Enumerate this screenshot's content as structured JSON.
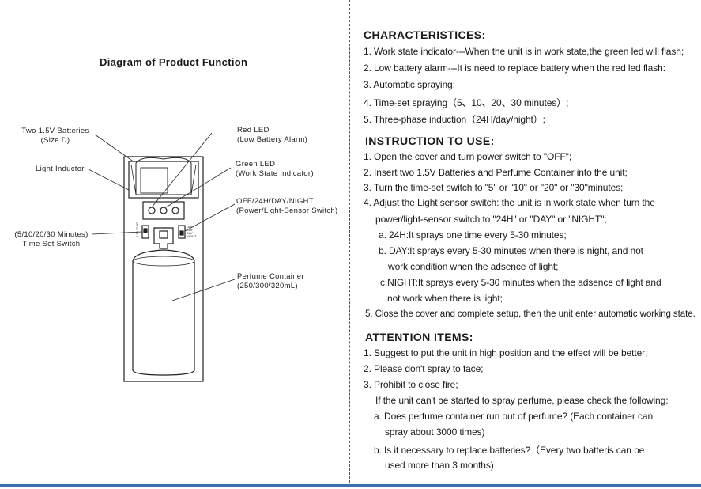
{
  "diagram": {
    "title": "Diagram of Product Function",
    "labels": {
      "batteries_1": "Two 1.5V Batteries",
      "batteries_2": "(Size D)",
      "light_inductor": "Light Inductor",
      "time_switch_1": "(5/10/20/30 Minutes)",
      "time_switch_2": "Time Set Switch",
      "red_led_1": "Red LED",
      "red_led_2": "(Low Battery Alarm)",
      "green_led_1": "Green LED",
      "green_led_2": "(Work State Indicator)",
      "mode_switch_1": "OFF/24H/DAY/NIGHT",
      "mode_switch_2": "(Power/Light-Sensor Switch)",
      "perfume_1": "Perfume Container",
      "perfume_2": "(250/300/320mL)"
    },
    "switch_left_marks": "5 10 20 30",
    "switch_right_marks": [
      "OFF",
      "24H",
      "DAY",
      "NIGHT"
    ]
  },
  "characteristics": {
    "heading": "CHARACTERISTICES:",
    "lines": [
      "1. Work  state  indicator---When  the  unit is in work state,the green led will flash;",
      "2. Low  battery  alarm---It  is  need to replace battery when the red led flash:",
      "3. Automatic spraying;",
      "4. Time-set spraying（5、10、20、30 minutes）;",
      "5. Three-phase induction（24H/day/night）;"
    ]
  },
  "instruction": {
    "heading": "INSTRUCTION TO USE:",
    "lines": [
      "1. Open the cover and turn power switch to \"OFF\";",
      "2. Insert  two 1.5V Batteries and Perfume Container into the unit;",
      "3. Turn the time-set switch to   \"5\"  or  \"10\"  or  \"20\"  or  \"30\"minutes;",
      "4. Adjust the Light sensor switch:  the  unit is in work state when turn the",
      "power/light-sensor switch to \"24H\"  or  \"DAY\"  or  \"NIGHT\";",
      "a. 24H:It  sprays one time every 5-30 minutes;",
      "b. DAY:It  sprays  every  5-30  minutes  when  there  is  night, and  not",
      "work  condition  when  the  adsence  of  light;",
      "c.NIGHT:It  sprays  every  5-30  minutes when the adsence of light and",
      "not work when there is light;",
      "5. Close the cover and complete setup, then the unit enter automatic working state."
    ]
  },
  "attention": {
    "heading": "ATTENTION ITEMS:",
    "lines": [
      "1. Suggest  to  put the unit  in  high  position and the effect will be better;",
      "2. Please  don't spray to face;",
      "3. Prohibit  to  close  fire;",
      "If the unit can't be started to spray perfume,   please check the following:",
      "a. Does perfume container run out of perfume? (Each container can",
      "spray about 3000 times)",
      "b. Is it necessary to replace batteries?（Every  two  batteris  can  be",
      "used  more  than  3  months)"
    ]
  }
}
